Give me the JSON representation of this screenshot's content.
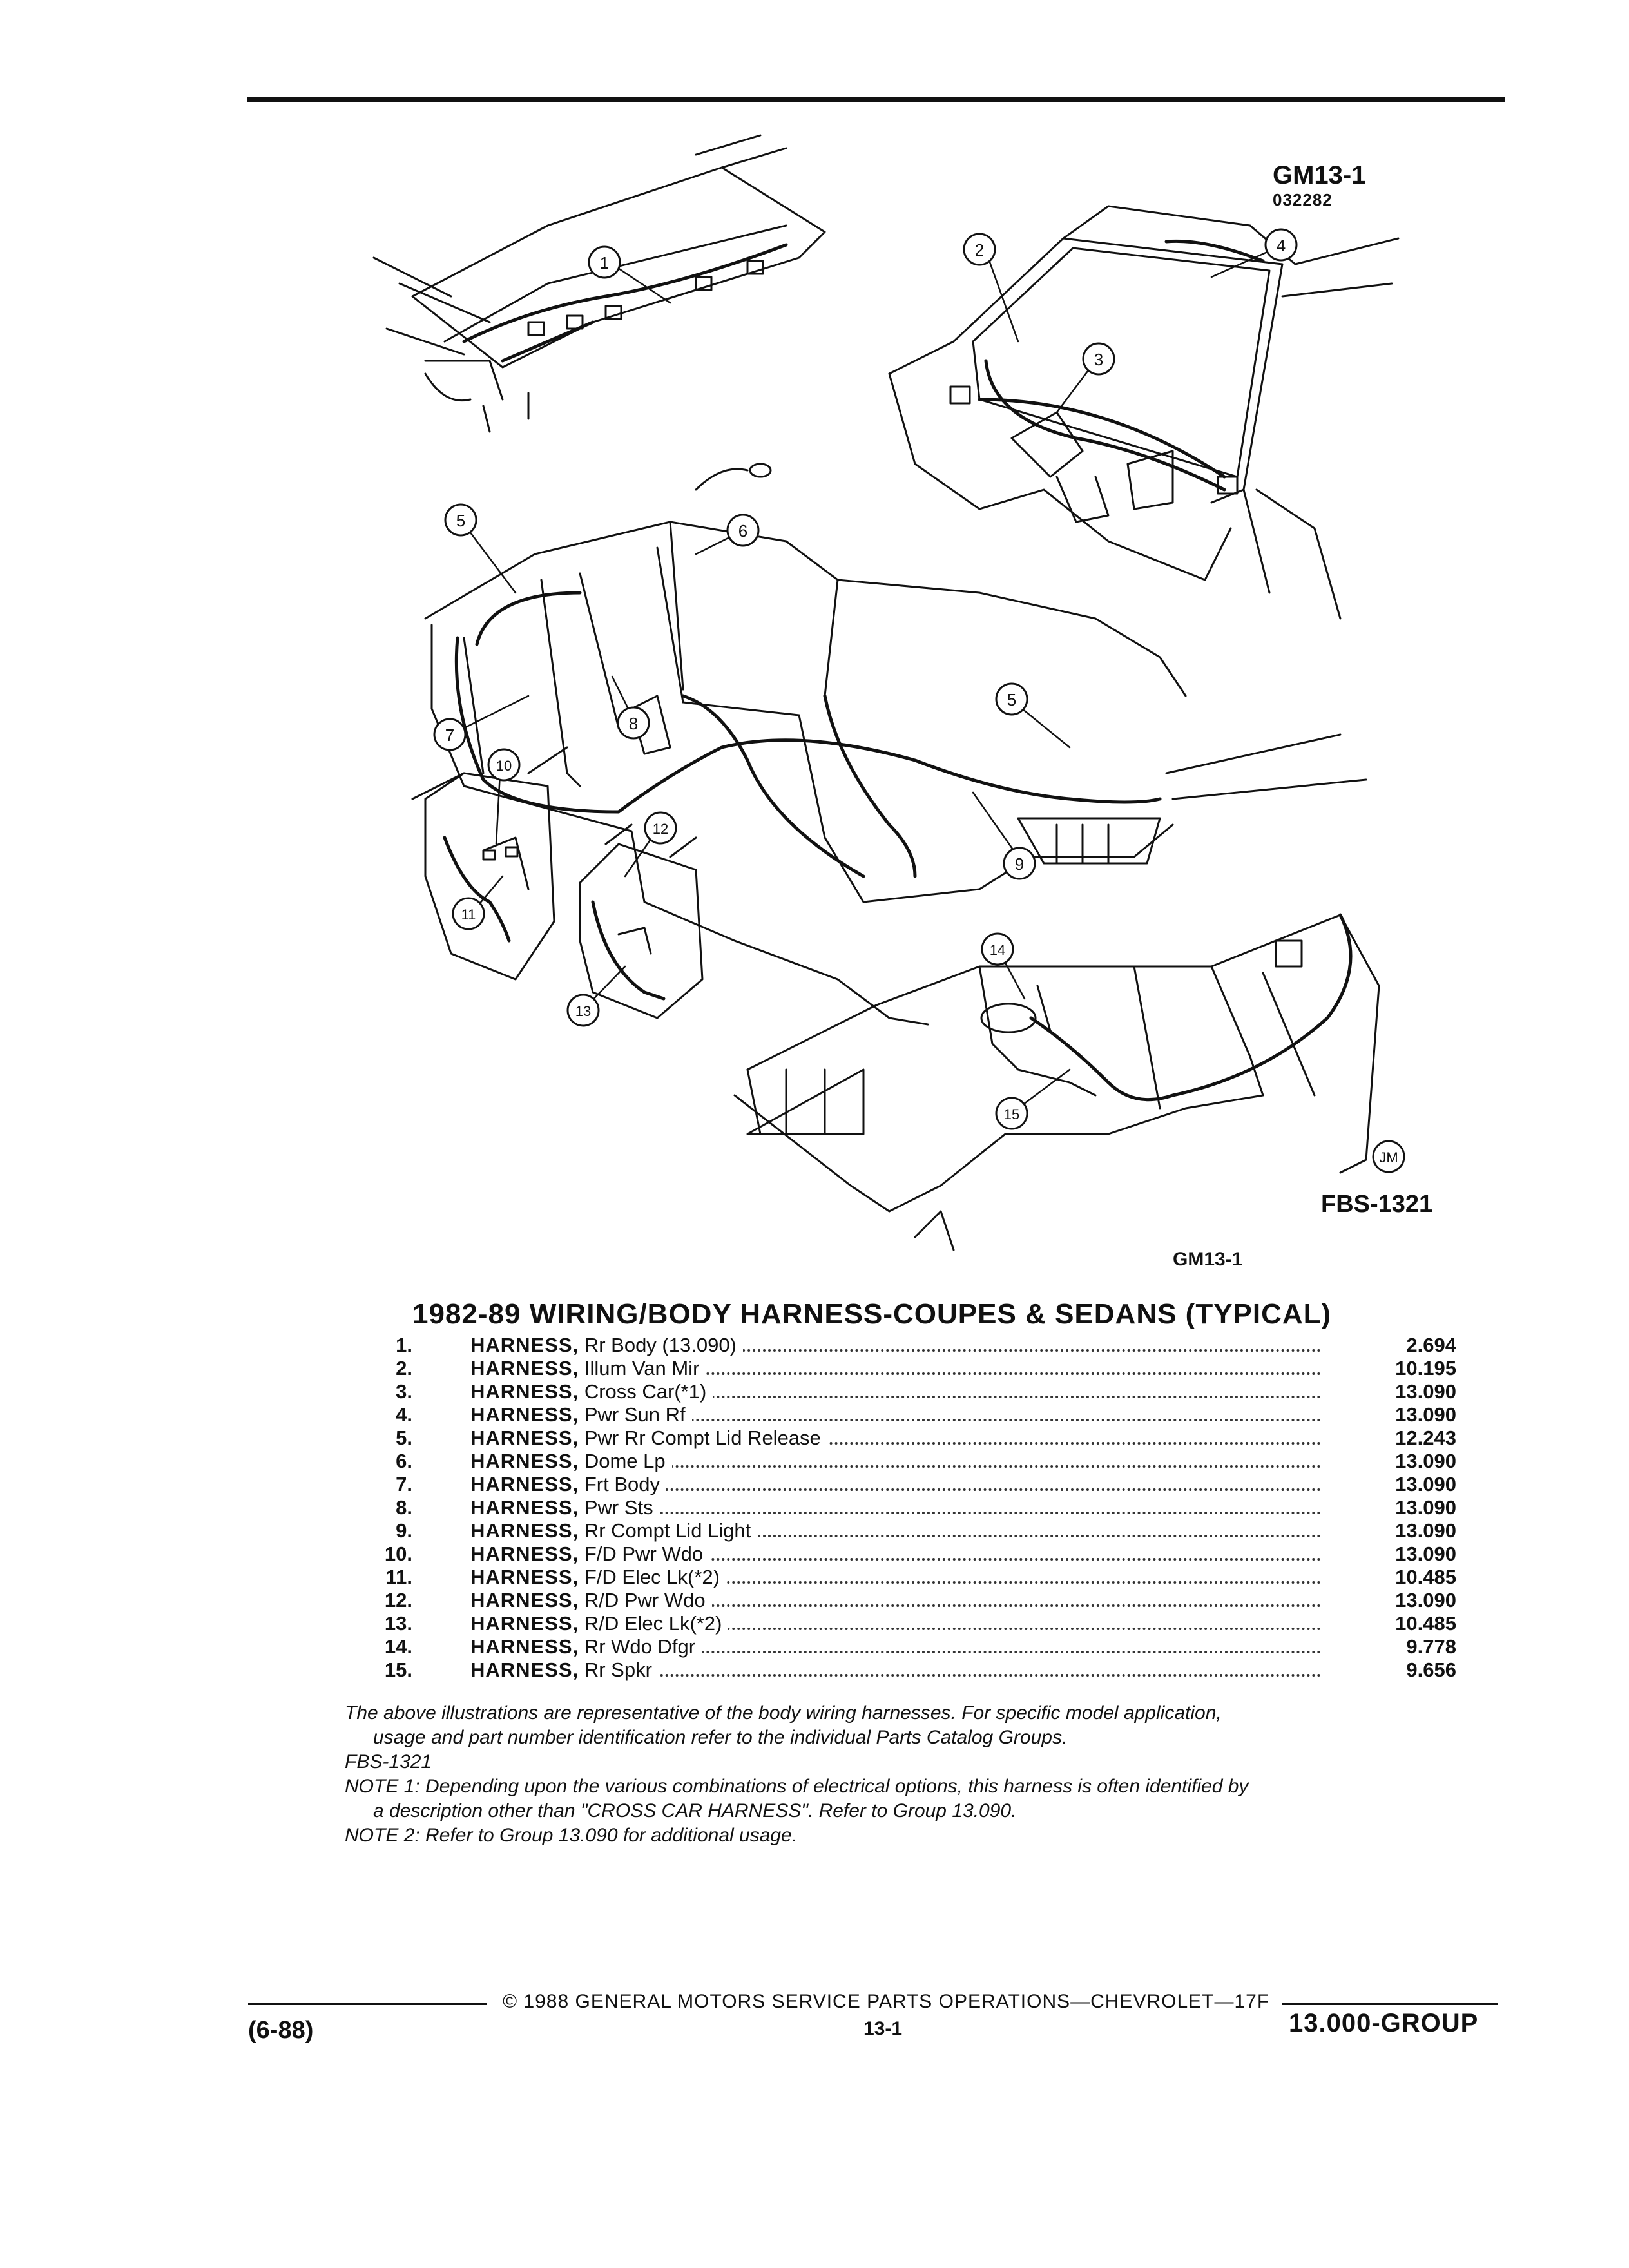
{
  "figure": {
    "code": "GM13-1",
    "code_sub": "032282",
    "fbs": "FBS-1321",
    "caption_code": "GM13-1",
    "jm_stamp": "JM",
    "callouts": [
      "1",
      "2",
      "3",
      "4",
      "5",
      "6",
      "7",
      "8",
      "5",
      "9",
      "10",
      "11",
      "12",
      "13",
      "14",
      "15"
    ]
  },
  "title": "1982-89 WIRING/BODY HARNESS-COUPES & SEDANS (TYPICAL)",
  "parts": [
    {
      "num": "1.",
      "name": "HARNESS,",
      "desc": "Rr Body (13.090)",
      "group": "2.694"
    },
    {
      "num": "2.",
      "name": "HARNESS,",
      "desc": "Illum Van Mir",
      "group": "10.195"
    },
    {
      "num": "3.",
      "name": "HARNESS,",
      "desc": "Cross Car(*1)",
      "group": "13.090"
    },
    {
      "num": "4.",
      "name": "HARNESS,",
      "desc": "Pwr Sun Rf",
      "group": "13.090"
    },
    {
      "num": "5.",
      "name": "HARNESS,",
      "desc": "Pwr Rr Compt Lid Release",
      "group": "12.243"
    },
    {
      "num": "6.",
      "name": "HARNESS,",
      "desc": "Dome Lp",
      "group": "13.090"
    },
    {
      "num": "7.",
      "name": "HARNESS,",
      "desc": "Frt Body",
      "group": "13.090"
    },
    {
      "num": "8.",
      "name": "HARNESS,",
      "desc": "Pwr Sts",
      "group": "13.090"
    },
    {
      "num": "9.",
      "name": "HARNESS,",
      "desc": "Rr Compt Lid Light",
      "group": "13.090"
    },
    {
      "num": "10.",
      "name": "HARNESS,",
      "desc": "F/D Pwr Wdo",
      "group": "13.090"
    },
    {
      "num": "11.",
      "name": "HARNESS,",
      "desc": "F/D Elec Lk(*2)",
      "group": "10.485"
    },
    {
      "num": "12.",
      "name": "HARNESS,",
      "desc": "R/D Pwr Wdo",
      "group": "13.090"
    },
    {
      "num": "13.",
      "name": "HARNESS,",
      "desc": "R/D Elec Lk(*2)",
      "group": "10.485"
    },
    {
      "num": "14.",
      "name": "HARNESS,",
      "desc": "Rr Wdo Dfgr",
      "group": "9.778"
    },
    {
      "num": "15.",
      "name": "HARNESS,",
      "desc": "Rr Spkr",
      "group": "9.656"
    }
  ],
  "notes": {
    "line1": "The above illustrations are representative of the body wiring harnesses. For specific model application,",
    "line2": "usage and part number identification refer to the individual Parts Catalog Groups.",
    "line3": "FBS-1321",
    "line4": "NOTE 1: Depending upon the various combinations of electrical options, this harness is often identified by",
    "line5": "a description other than \"CROSS CAR HARNESS\". Refer to Group 13.090.",
    "line6": "NOTE 2: Refer to Group 13.090 for additional usage."
  },
  "footer": {
    "date": "(6-88)",
    "copyright": "© 1988 GENERAL MOTORS SERVICE PARTS OPERATIONS—CHEVROLET—17F",
    "page": "13-1",
    "group": "13.000-GROUP"
  }
}
